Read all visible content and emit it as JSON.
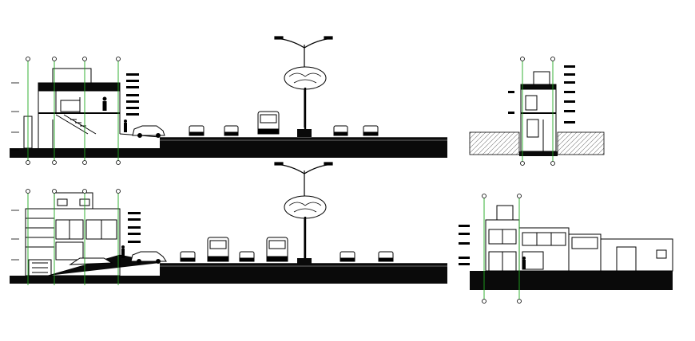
{
  "drawing": {
    "kind": "architectural street sections and elevations",
    "views": [
      {
        "id": "section-a",
        "label": ""
      },
      {
        "id": "building-section",
        "label": ""
      },
      {
        "id": "section-b",
        "label": ""
      },
      {
        "id": "front-elevation",
        "label": ""
      }
    ],
    "colors": {
      "line": "#000000",
      "ground": "#0a0a0a",
      "gridline": "#1fa81f",
      "hatch": "#888888",
      "paper": "#ffffff"
    },
    "icons": [
      "street-lamp-icon",
      "tree-icon",
      "car-icon",
      "bus-icon",
      "person-icon"
    ]
  }
}
